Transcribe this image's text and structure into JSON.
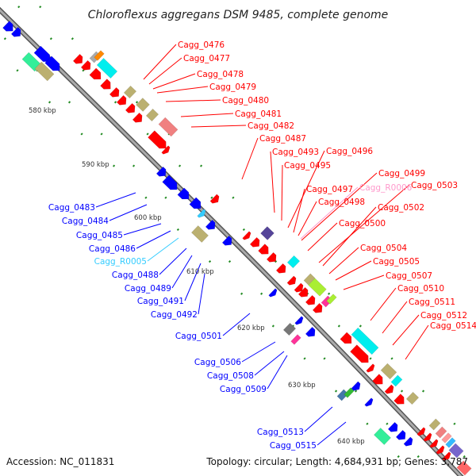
{
  "title": "Chloroflexus aggregans DSM 9485, complete genome",
  "footer": {
    "accession": "Accession: NC_011831",
    "summary": "Topology: circular; Length: 4,684,931 bp; Genes: 3,787"
  },
  "colors": {
    "forward": "#ff0000",
    "reverse": "#0000ff",
    "rna_forward": "#ff99cc",
    "rna_reverse": "#33ccff",
    "backbone": "#888888",
    "ticks": "#228B22"
  },
  "kbp_labels": [
    "580 kbp",
    "590 kbp",
    "600 kbp",
    "610 kbp",
    "620 kbp",
    "630 kbp",
    "640 kbp"
  ],
  "forward_genes": [
    "Cagg_0476",
    "Cagg_0477",
    "Cagg_0478",
    "Cagg_0479",
    "Cagg_0480",
    "Cagg_0481",
    "Cagg_0482",
    "Cagg_0487",
    "Cagg_0493",
    "Cagg_0495",
    "Cagg_0496",
    "Cagg_0497",
    "Cagg_0498",
    "Cagg_0499",
    "Cagg_R0006",
    "Cagg_0503",
    "Cagg_0502",
    "Cagg_0500",
    "Cagg_0504",
    "Cagg_0505",
    "Cagg_0507",
    "Cagg_0510",
    "Cagg_0511",
    "Cagg_0512",
    "Cagg_0514"
  ],
  "reverse_genes": [
    "Cagg_0483",
    "Cagg_0484",
    "Cagg_0485",
    "Cagg_0486",
    "Cagg_R0005",
    "Cagg_0488",
    "Cagg_0489",
    "Cagg_0491",
    "Cagg_0492",
    "Cagg_0501",
    "Cagg_0506",
    "Cagg_0508",
    "Cagg_0509",
    "Cagg_0513",
    "Cagg_0515"
  ]
}
